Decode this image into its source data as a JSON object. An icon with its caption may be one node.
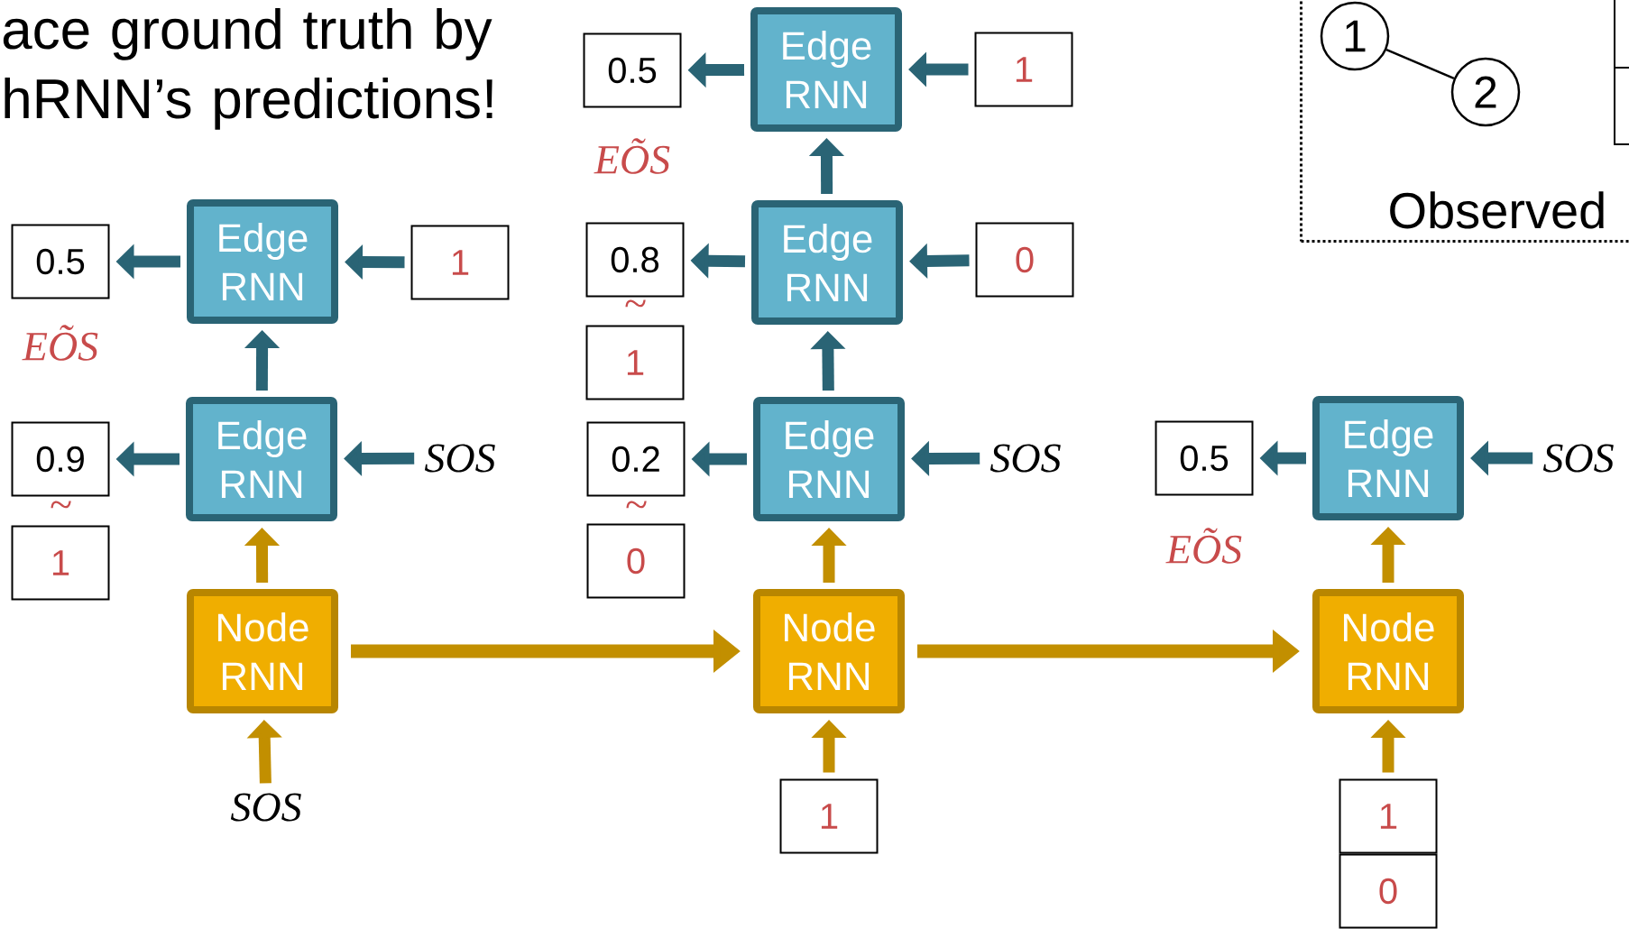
{
  "diagram": {
    "title": "ace ground truth by hRNN’s predictions!",
    "nodes": [
      {
        "text": [
          "Observed"
        ]
      },
      {
        "text": [
          "1"
        ],
        "in": 0
      },
      {
        "text": [
          "2"
        ],
        "in": 0
      },
      {
        "text": [
          "0.5"
        ],
        "beside": [
          "EÕS"
        ]
      },
      {
        "text": [
          "Edge RNN"
        ]
      },
      {
        "text": [
          "1"
        ]
      },
      {
        "text": [
          "0.9"
        ]
      },
      {
        "text": [
          "Edge RNN"
        ]
      },
      {
        "text": [
          "SOS"
        ]
      },
      {
        "text": [
          "1"
        ],
        "beside": [
          "~"
        ]
      },
      {
        "text": [
          "Node RNN"
        ]
      },
      {
        "text": [
          "SOS"
        ]
      },
      {
        "text": [
          "0.5"
        ],
        "beside": [
          "EÕS"
        ]
      },
      {
        "text": [
          "Edge RNN"
        ]
      },
      {
        "text": [
          "1"
        ]
      },
      {
        "text": [
          "0.8"
        ]
      },
      {
        "text": [
          "Edge RNN"
        ]
      },
      {
        "text": [
          "0"
        ]
      },
      {
        "text": [
          "1"
        ],
        "beside": [
          "~"
        ]
      },
      {
        "text": [
          "0.2"
        ]
      },
      {
        "text": [
          "Edge RNN"
        ]
      },
      {
        "text": [
          "SOS"
        ]
      },
      {
        "text": [
          "0"
        ],
        "beside": [
          "~"
        ]
      },
      {
        "text": [
          "Node RNN"
        ]
      },
      {
        "text": [
          "1"
        ]
      },
      {
        "text": [
          "0.5"
        ],
        "beside": [
          "EÕS"
        ]
      },
      {
        "text": [
          "Edge RNN"
        ]
      },
      {
        "text": [
          "SOS"
        ]
      },
      {
        "text": [
          "Node RNN"
        ]
      },
      {
        "text": [
          "1"
        ]
      },
      {
        "text": [
          "0"
        ]
      }
    ],
    "edges": [
      {
        "from": 1,
        "to": 2,
        "arrow": "none",
        "color": "#000000"
      },
      {
        "from": 4,
        "to": 3,
        "arrow": "to"
      },
      {
        "from": 5,
        "to": 4,
        "arrow": "to"
      },
      {
        "from": 7,
        "to": 4,
        "arrow": "to"
      },
      {
        "from": 7,
        "to": 6,
        "arrow": "to"
      },
      {
        "from": 8,
        "to": 7,
        "arrow": "to"
      },
      {
        "from": 10,
        "to": 7,
        "arrow": "to",
        "color": "#c28f00"
      },
      {
        "from": 11,
        "to": 10,
        "arrow": "to",
        "color": "#c28f00"
      },
      {
        "from": 10,
        "to": 23,
        "arrow": "to",
        "color": "#c28f00"
      },
      {
        "from": 13,
        "to": 12,
        "arrow": "to"
      },
      {
        "from": 14,
        "to": 13,
        "arrow": "to"
      },
      {
        "from": 16,
        "to": 13,
        "arrow": "to"
      },
      {
        "from": 16,
        "to": 15,
        "arrow": "to"
      },
      {
        "from": 17,
        "to": 16,
        "arrow": "to"
      },
      {
        "from": 20,
        "to": 16,
        "arrow": "to"
      },
      {
        "from": 20,
        "to": 19,
        "arrow": "to"
      },
      {
        "from": 21,
        "to": 20,
        "arrow": "to"
      },
      {
        "from": 23,
        "to": 20,
        "arrow": "to",
        "color": "#c28f00"
      },
      {
        "from": 24,
        "to": 23,
        "arrow": "to",
        "color": "#c28f00"
      },
      {
        "from": 23,
        "to": 28,
        "arrow": "to",
        "color": "#c28f00"
      },
      {
        "from": 26,
        "to": 25,
        "arrow": "to"
      },
      {
        "from": 27,
        "to": 26,
        "arrow": "to"
      },
      {
        "from": 28,
        "to": 26,
        "arrow": "to",
        "color": "#c28f00"
      },
      {
        "from": 29,
        "to": 28,
        "arrow": "to",
        "color": "#c28f00"
      }
    ]
  }
}
